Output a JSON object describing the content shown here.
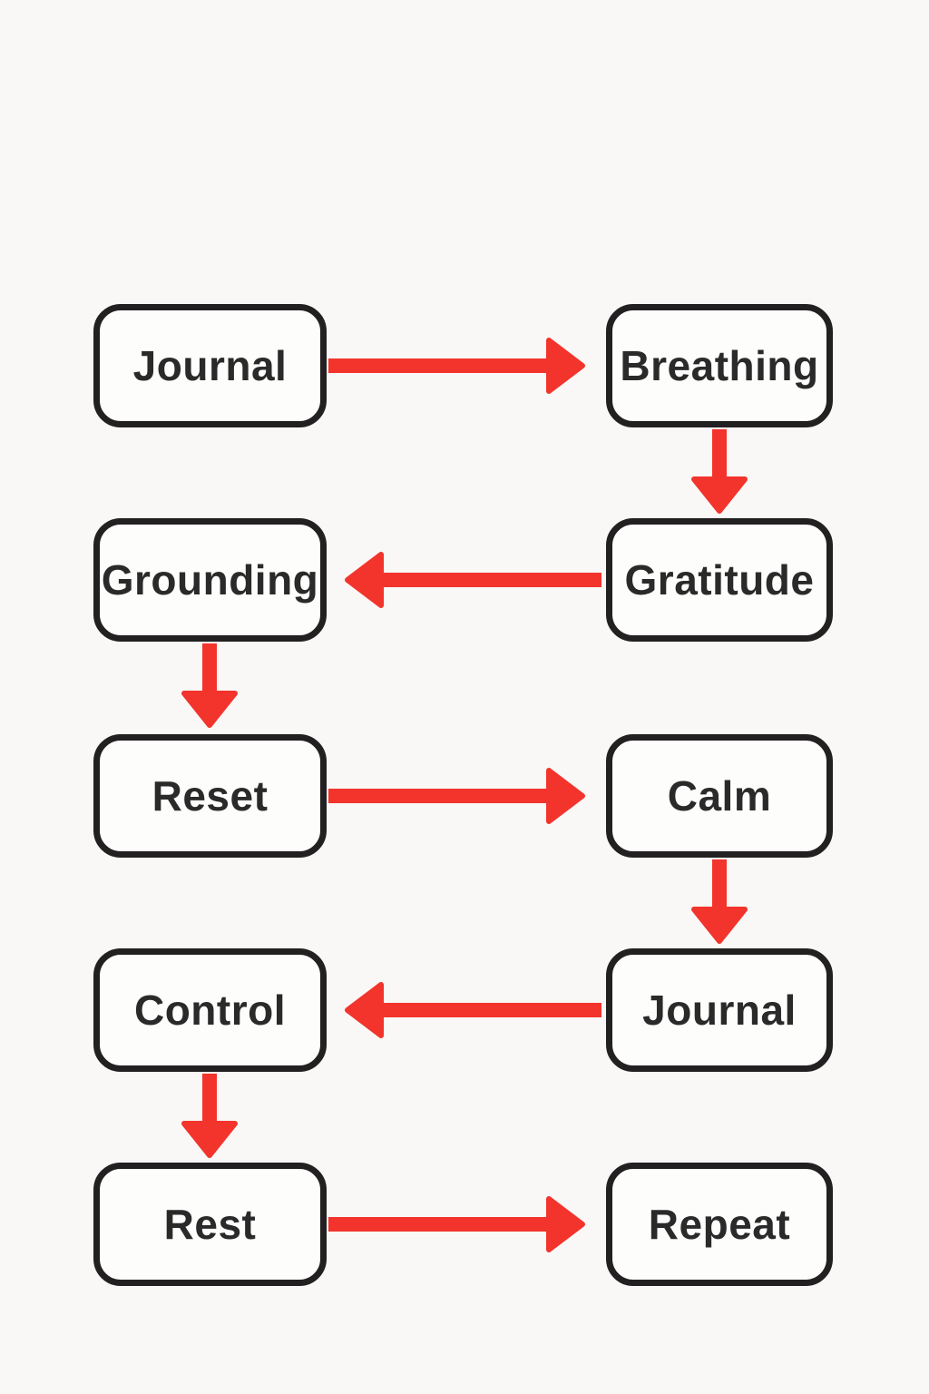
{
  "diagram": {
    "type": "flowchart",
    "background_color": "#faf8f6",
    "node_border_color": "#232021",
    "node_fill_color": "#fdfdfc",
    "arrow_color": "#f2342c",
    "text_color": "#2b2a2a",
    "nodes": [
      {
        "id": "journal-1",
        "label": "Journal",
        "column": "left",
        "row": 1
      },
      {
        "id": "breathing",
        "label": "Breathing",
        "column": "right",
        "row": 1
      },
      {
        "id": "grounding",
        "label": "Grounding",
        "column": "left",
        "row": 2
      },
      {
        "id": "gratitude",
        "label": "Gratitude",
        "column": "right",
        "row": 2
      },
      {
        "id": "reset",
        "label": "Reset",
        "column": "left",
        "row": 3
      },
      {
        "id": "calm",
        "label": "Calm",
        "column": "right",
        "row": 3
      },
      {
        "id": "control",
        "label": "Control",
        "column": "left",
        "row": 4
      },
      {
        "id": "journal-2",
        "label": "Journal",
        "column": "right",
        "row": 4
      },
      {
        "id": "rest",
        "label": "Rest",
        "column": "left",
        "row": 5
      },
      {
        "id": "repeat",
        "label": "Repeat",
        "column": "right",
        "row": 5
      }
    ],
    "edges": [
      {
        "from": "journal-1",
        "to": "breathing",
        "direction": "right"
      },
      {
        "from": "breathing",
        "to": "gratitude",
        "direction": "down"
      },
      {
        "from": "gratitude",
        "to": "grounding",
        "direction": "left"
      },
      {
        "from": "grounding",
        "to": "reset",
        "direction": "down"
      },
      {
        "from": "reset",
        "to": "calm",
        "direction": "right"
      },
      {
        "from": "calm",
        "to": "journal-2",
        "direction": "down"
      },
      {
        "from": "journal-2",
        "to": "control",
        "direction": "left"
      },
      {
        "from": "control",
        "to": "rest",
        "direction": "down"
      },
      {
        "from": "rest",
        "to": "repeat",
        "direction": "right"
      }
    ]
  }
}
